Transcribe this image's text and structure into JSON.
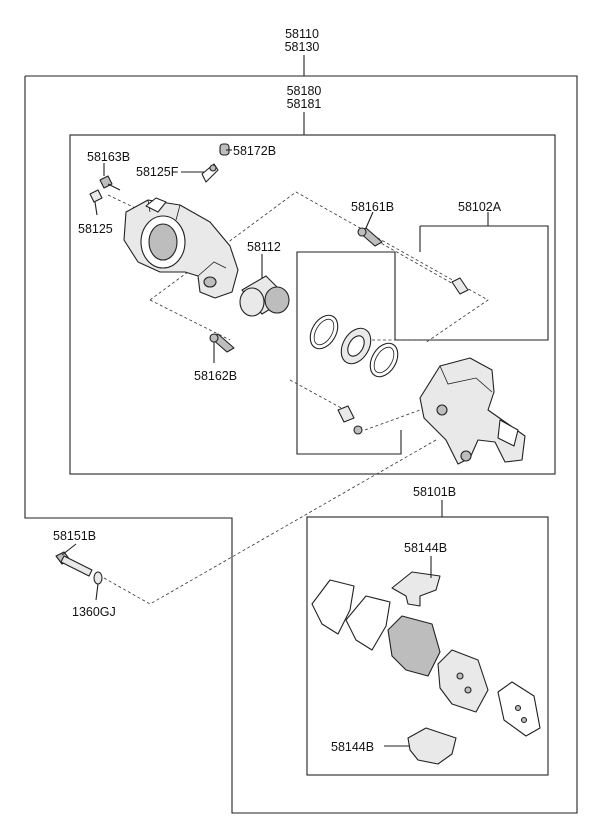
{
  "labels": {
    "assembly_top": "58110",
    "assembly_top_alt": "58130",
    "caliper_assy": "58180",
    "caliper_assy_alt": "58181",
    "bolt_58163B": "58163B",
    "fitting_58125F": "58125F",
    "cap_58172B": "58172B",
    "washer_58125": "58125",
    "piston_58112": "58112",
    "pin_58161B": "58161B",
    "seal_kit_58102A": "58102A",
    "pin_58162B": "58162B",
    "pad_kit_58101B": "58101B",
    "bolt_58151B": "58151B",
    "washer_1360GJ": "1360GJ",
    "shim_upper_58144B": "58144B",
    "shim_lower_58144B": "58144B"
  }
}
